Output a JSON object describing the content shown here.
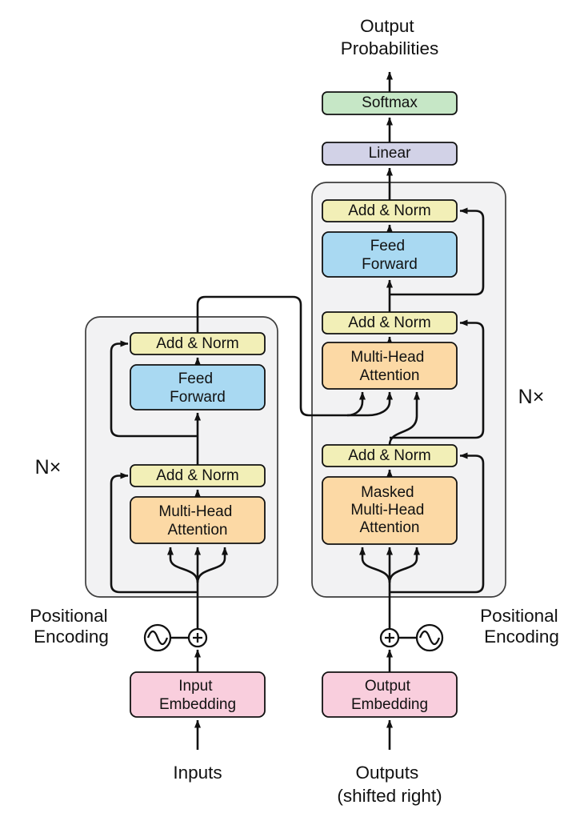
{
  "diagram": {
    "top": {
      "output_probabilities": [
        "Output",
        "Probabilities"
      ]
    },
    "blocks": {
      "softmax": {
        "label": "Softmax",
        "color": "#c6e7c6"
      },
      "linear": {
        "label": "Linear",
        "color": "#d2d2e7"
      },
      "add_norm": {
        "label": "Add & Norm",
        "color": "#f2efb7"
      },
      "feed_forward": {
        "lines": [
          "Feed",
          "Forward"
        ],
        "color": "#a9d9f2"
      },
      "multi_head_attention": {
        "lines": [
          "Multi-Head",
          "Attention"
        ],
        "color": "#fcd9a5"
      },
      "masked_multi_head_attention": {
        "lines": [
          "Masked",
          "Multi-Head",
          "Attention"
        ],
        "color": "#fcd9a5"
      },
      "input_embedding": {
        "lines": [
          "Input",
          "Embedding"
        ],
        "color": "#f9cedd"
      },
      "output_embedding": {
        "lines": [
          "Output",
          "Embedding"
        ],
        "color": "#f9cedd"
      }
    },
    "stack_labels": {
      "encoder_repeat": "N×",
      "decoder_repeat": "N×"
    },
    "positional_encoding": {
      "left": [
        "Positional",
        "Encoding"
      ],
      "right": [
        "Positional",
        "Encoding"
      ]
    },
    "bottom": {
      "inputs": "Inputs",
      "outputs": [
        "Outputs",
        "(shifted right)"
      ]
    },
    "colors": {
      "container_fill": "#f2f2f3",
      "line": "#111111"
    }
  }
}
